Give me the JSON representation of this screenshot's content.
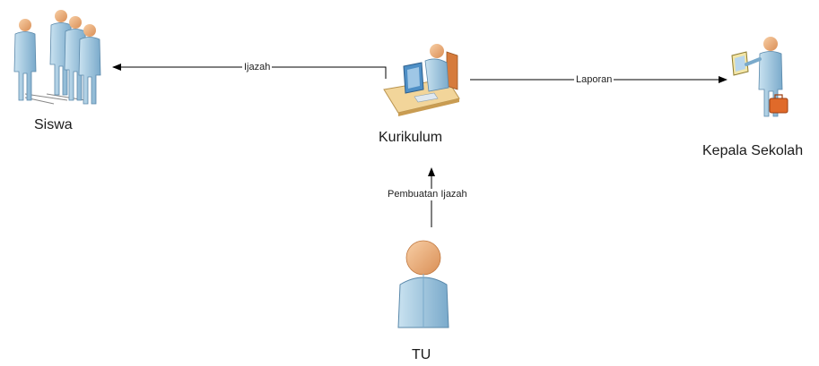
{
  "nodes": {
    "siswa": {
      "label": "Siswa",
      "icon": "student-group-icon"
    },
    "kurikulum": {
      "label": "Kurikulum",
      "icon": "computer-user-icon"
    },
    "kepala_sekolah": {
      "label": "Kepala Sekolah",
      "icon": "executive-with-briefcase-icon"
    },
    "tu": {
      "label": "TU",
      "icon": "person-icon"
    }
  },
  "edges": [
    {
      "from": "kurikulum",
      "to": "siswa",
      "label": "Ijazah"
    },
    {
      "from": "kurikulum",
      "to": "kepala_sekolah",
      "label": "Laporan"
    },
    {
      "from": "tu",
      "to": "kurikulum",
      "label": "Pembuatan Ijazah"
    }
  ],
  "colors": {
    "person_body": "#a9cde3",
    "person_body_shade": "#6f9fc0",
    "person_head": "#f0b482",
    "desk": "#f2d59a",
    "monitor": "#4e8fc6",
    "briefcase": "#e06a2a",
    "line": "#000000"
  }
}
